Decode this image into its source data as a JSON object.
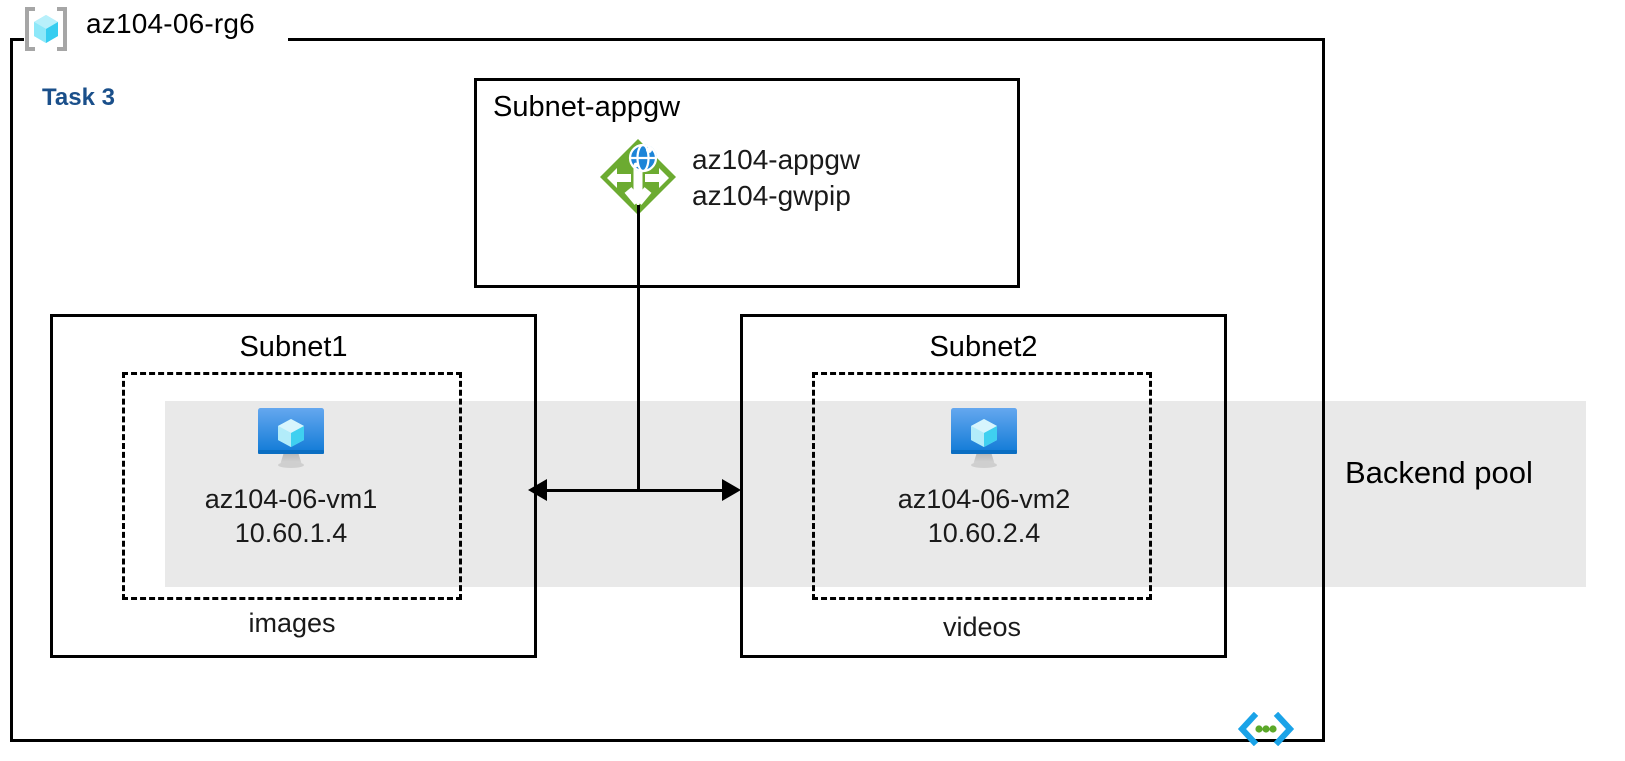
{
  "resource_group": {
    "icon": "resource-group-icon",
    "name": "az104-06-rg6"
  },
  "task": {
    "label": "Task 3"
  },
  "backend_pool": {
    "label": "Backend pool",
    "band_color": "#e9e9e9"
  },
  "subnets": [
    {
      "name": "Subnet-appgw",
      "title_align": "left",
      "resources": [
        {
          "icon": "application-gateway-icon",
          "labels": [
            "az104-appgw",
            "az104-gwpip"
          ]
        }
      ]
    },
    {
      "name": "Subnet1",
      "title_align": "center",
      "vm": {
        "icon": "virtual-machine-icon",
        "name": "az104-06-vm1",
        "ip": "10.60.1.4"
      },
      "container": "images"
    },
    {
      "name": "Subnet2",
      "title_align": "center",
      "vm": {
        "icon": "virtual-machine-icon",
        "name": "az104-06-vm2",
        "ip": "10.60.2.4"
      },
      "container": "videos"
    }
  ],
  "appgw": {
    "line1": "az104-appgw",
    "line2": "az104-gwpip"
  },
  "badge": {
    "icon": "code-chevron-icon",
    "dot_color": "#5ba829",
    "chevron_color": "#1aa3e8"
  },
  "colors": {
    "task_blue": "#1a4f8a",
    "appgw_green": "#6cab31",
    "vm_blue": "#1f8ce0",
    "rg_cube_cyan": "#6fdcf5",
    "band_gray": "#e9e9e9",
    "outline_black": "#000000"
  }
}
